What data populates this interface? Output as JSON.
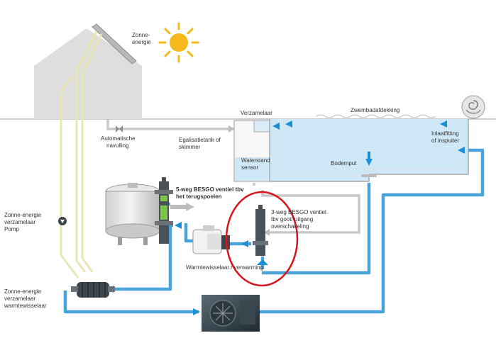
{
  "labels": {
    "zonne_energie": [
      "Zonne-",
      "energie"
    ],
    "verzamelaar": "Verzamelaar",
    "zwembadafdekking": "Zwembadafdekking",
    "automatische_navulling": [
      "Automatische",
      "navulling"
    ],
    "egalisatietank": [
      "Egalisatietank of",
      "skimmer"
    ],
    "waterstand_sensor": [
      "Waterstand",
      "sensor"
    ],
    "inlaatfitting": [
      "Inlaatfitting",
      "of inspuiter"
    ],
    "bodemput": "Bodemput",
    "besgo_5weg_terugspoelen": [
      "5-weg BESGO ventiel tbv",
      "het terugspoelen"
    ],
    "besgo_3weg_goot": [
      "3-weg BESGO ventiel",
      "tbv goot/ uitgang",
      "overschakeling"
    ],
    "verzamelaar_pomp": [
      "Zonne-energie",
      "verzamelaar",
      "Pomp"
    ],
    "warmtewisselaar_verwarming": "Warmtewisselaar / verwarming",
    "verzamelaar_warmtewisselaar": [
      "Zonne-energie",
      "verzamelaar",
      "warmtewisselaar"
    ]
  },
  "colors": {
    "water_pipe": "#4aa3d8",
    "water_arrow": "#1a8fd6",
    "gray_pipe": "#c9c9c9",
    "solar_pipe": "#e9e5b4",
    "pool_water": "#cfe8f7",
    "sun": "#f6b91c",
    "highlight_circle": "#d9141c",
    "house": "#dedede"
  },
  "icons": [
    "sun-icon",
    "solar-panel-icon",
    "sand-filter-icon",
    "pump-icon",
    "heat-pump-icon",
    "valve-icon",
    "check-valve-icon",
    "skimmer-icon"
  ]
}
